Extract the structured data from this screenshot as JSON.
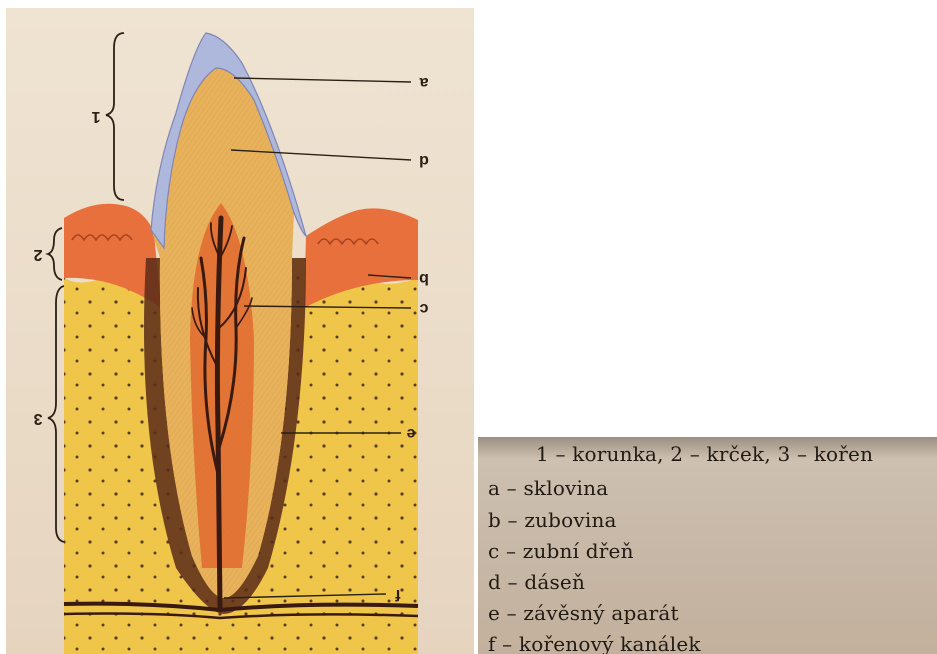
{
  "diagram": {
    "markers": {
      "crown": "1",
      "neck": "2",
      "root": "3",
      "a": "a",
      "b": "b",
      "c": "c",
      "d": "d",
      "e": "e",
      "f": "f"
    }
  },
  "legend": {
    "heading": "1 – korunka, 2 – krček, 3 – kořen",
    "items": [
      "a – sklovina",
      "b – zubovina",
      "c – zubní dřeň",
      "d – dáseň",
      "e – závěsný aparát",
      "f – kořenový kanálek"
    ]
  },
  "colors": {
    "enamel": "#aeb7dc",
    "dentin": "#e8b25c",
    "pulp": "#e06a2e",
    "gum": "#e8703d",
    "bone": "#f0c64a",
    "vessels": "#3a1a10"
  }
}
